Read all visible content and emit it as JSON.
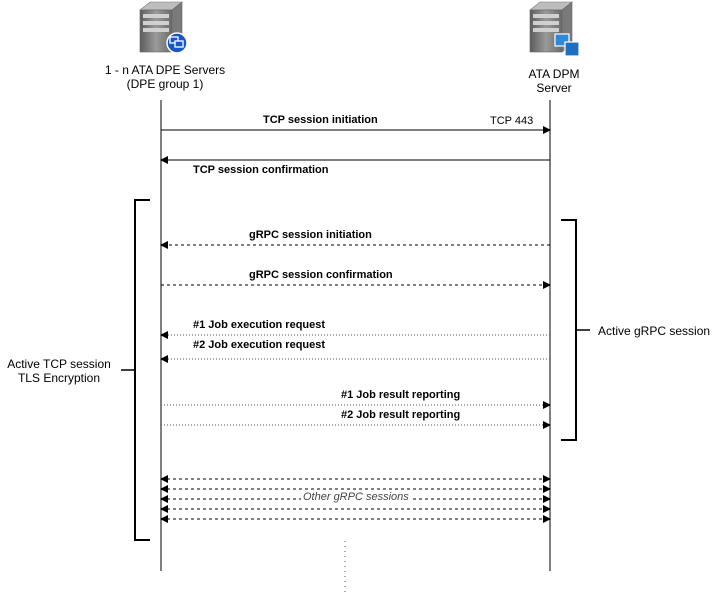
{
  "left_entity": {
    "label_line1": "1 - n  ATA DPE Servers",
    "label_line2": "(DPE group 1)",
    "icon": "server-with-windows-badge-icon",
    "badge_color": "#1a57c5"
  },
  "right_entity": {
    "label_line1": "ATA DPM",
    "label_line2": "Server",
    "icon": "server-with-display-badge-icon",
    "badge_color": "#2e8ad8"
  },
  "messages": {
    "tcp_init": "TCP session initiation",
    "tcp_port": "TCP 443",
    "tcp_confirm": "TCP session confirmation",
    "grpc_init": "gRPC session initiation",
    "grpc_confirm": "gRPC session confirmation",
    "job1_request": "#1 Job execution request",
    "job2_request": "#2 Job execution request",
    "job1_result": "#1 Job result reporting",
    "job2_result": "#2 Job result reporting",
    "other_sessions": "Other gRPC sessions"
  },
  "brackets": {
    "tcp_line1": "Active TCP session",
    "tcp_line2": "TLS Encryption",
    "grpc": "Active gRPC session"
  }
}
